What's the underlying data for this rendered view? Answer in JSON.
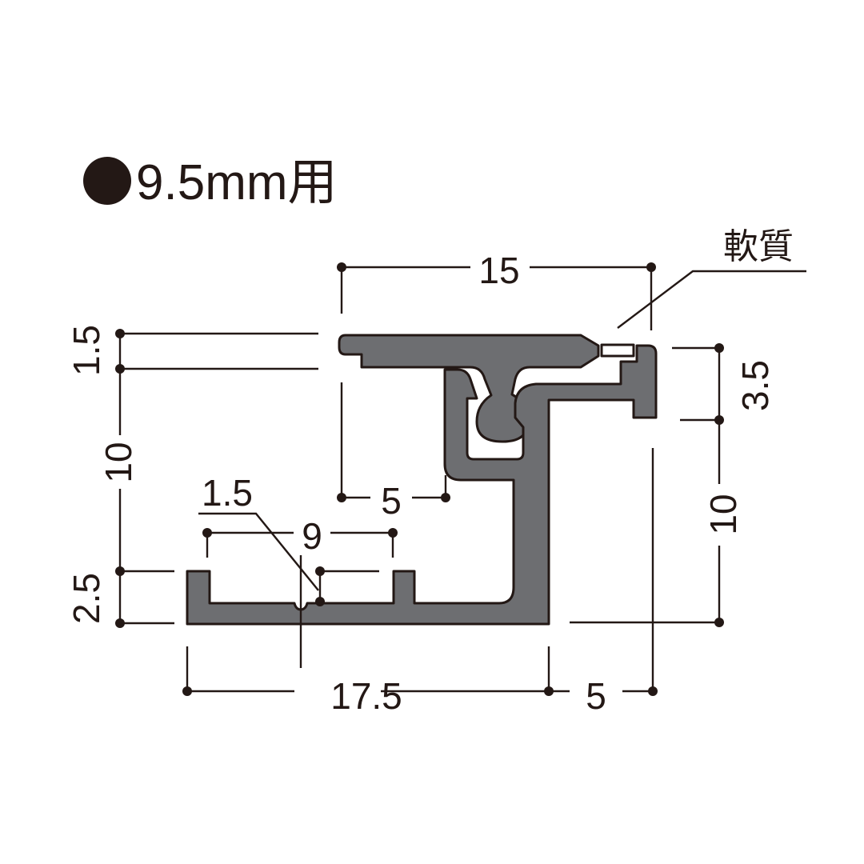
{
  "title": {
    "bullet": "●",
    "text": "9.5mm用"
  },
  "callout": {
    "label": "軟質"
  },
  "colors": {
    "profile_fill": "#6d6e71",
    "outline": "#231815",
    "background": "#ffffff",
    "soft_insert": "#ffffff"
  },
  "dimensions": {
    "top_width": "15",
    "top_thickness": "1.5",
    "left_height": "10",
    "bottom_flange_height": "2.5",
    "right_lip_height": "3.5",
    "right_height": "10",
    "inner_offset": "5",
    "channel_width": "9",
    "groove_depth": "1.5",
    "bottom_width": "17.5",
    "bottom_right_offset": "5"
  }
}
